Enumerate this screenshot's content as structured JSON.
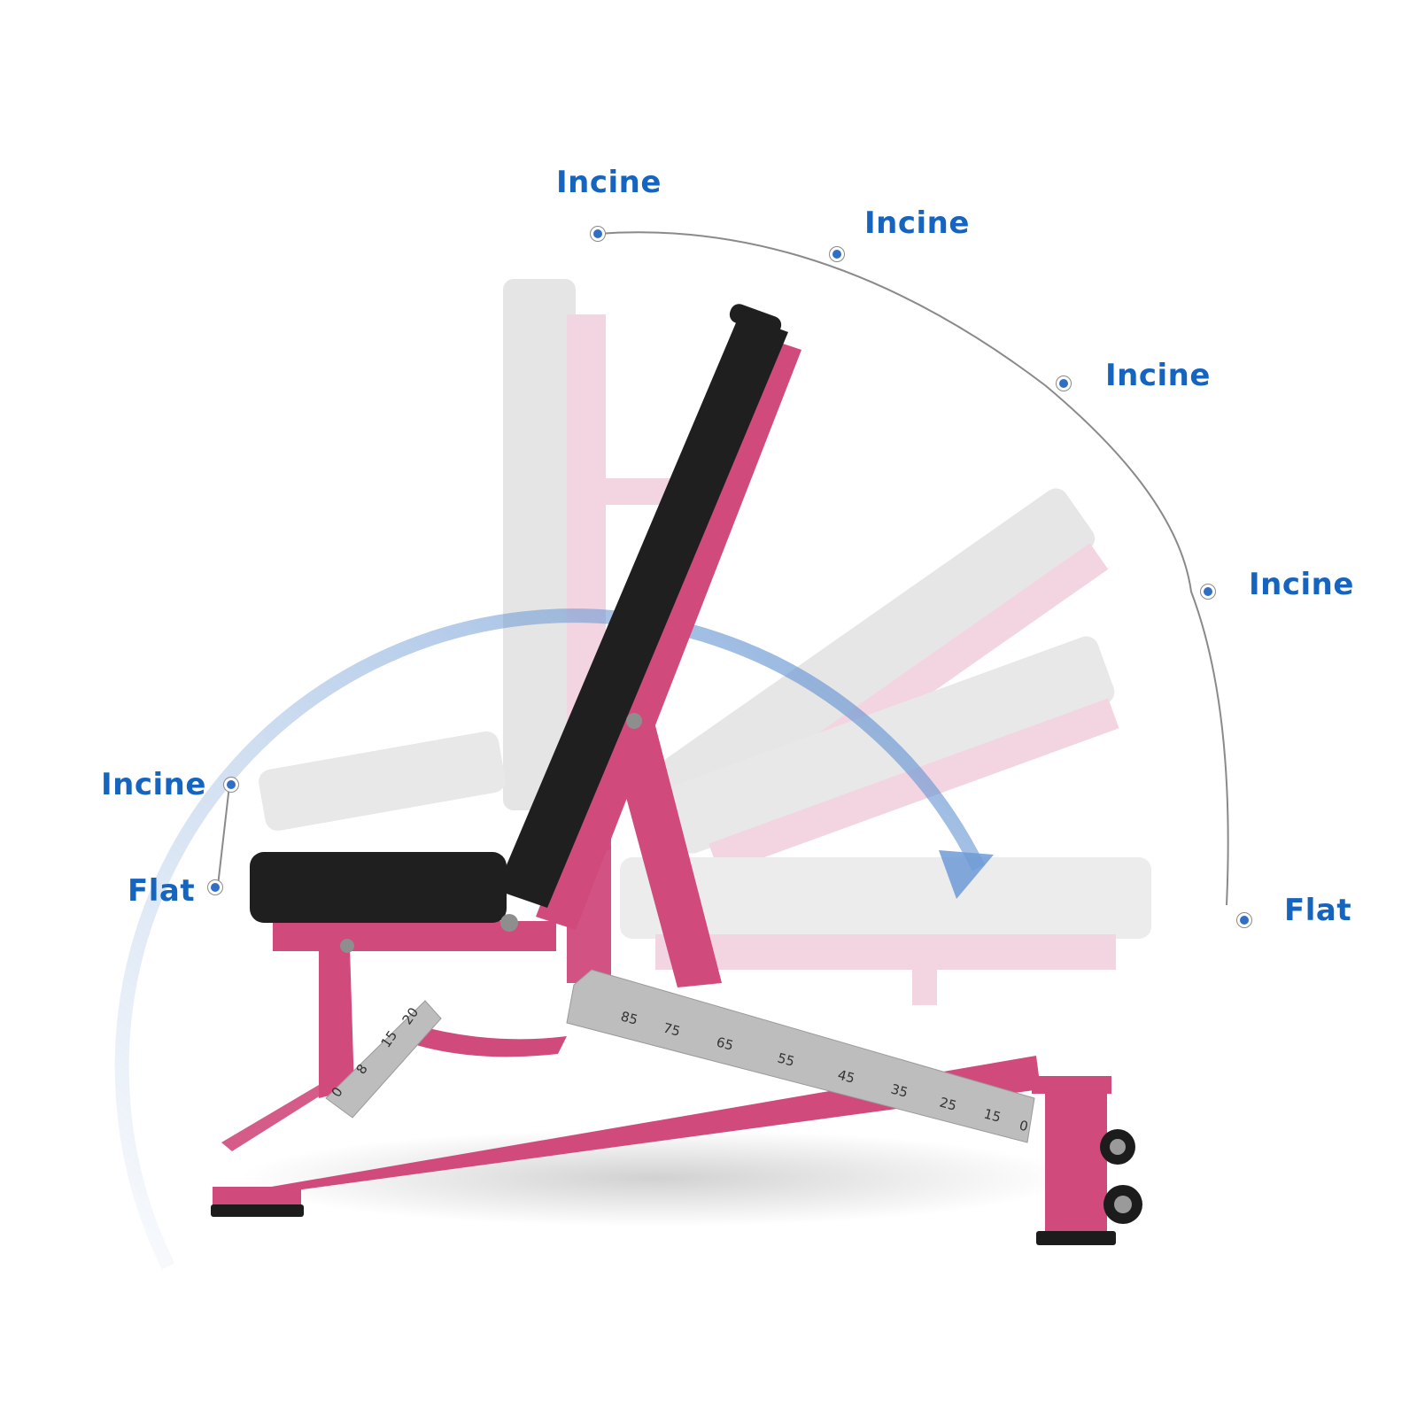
{
  "diagram": {
    "subject": "adjustable weight bench",
    "colors": {
      "frame": "#d04a7c",
      "frame_ghost": "#eab3c8",
      "pad": "#1c1c1c",
      "pad_ghost": "#d6d6d6",
      "label": "#1565c0",
      "arc_arrow": "#7fa6d9",
      "guide_line": "#8a8a8a",
      "scale_plate": "#bdbdbd"
    },
    "angle_labels": [
      {
        "id": "top-left",
        "text": "Incine"
      },
      {
        "id": "top-mid",
        "text": "Incine"
      },
      {
        "id": "right-upper",
        "text": "Incine"
      },
      {
        "id": "right-lower",
        "text": "Incine"
      },
      {
        "id": "right-flat",
        "text": "Flat"
      },
      {
        "id": "seat-incline",
        "text": "Incine"
      },
      {
        "id": "seat-flat",
        "text": "Flat"
      }
    ],
    "back_scale_numbers": [
      "85",
      "75",
      "65",
      "55",
      "45",
      "35",
      "25",
      "15",
      "0"
    ],
    "seat_scale_numbers": [
      "0",
      "8",
      "15",
      "20"
    ]
  }
}
